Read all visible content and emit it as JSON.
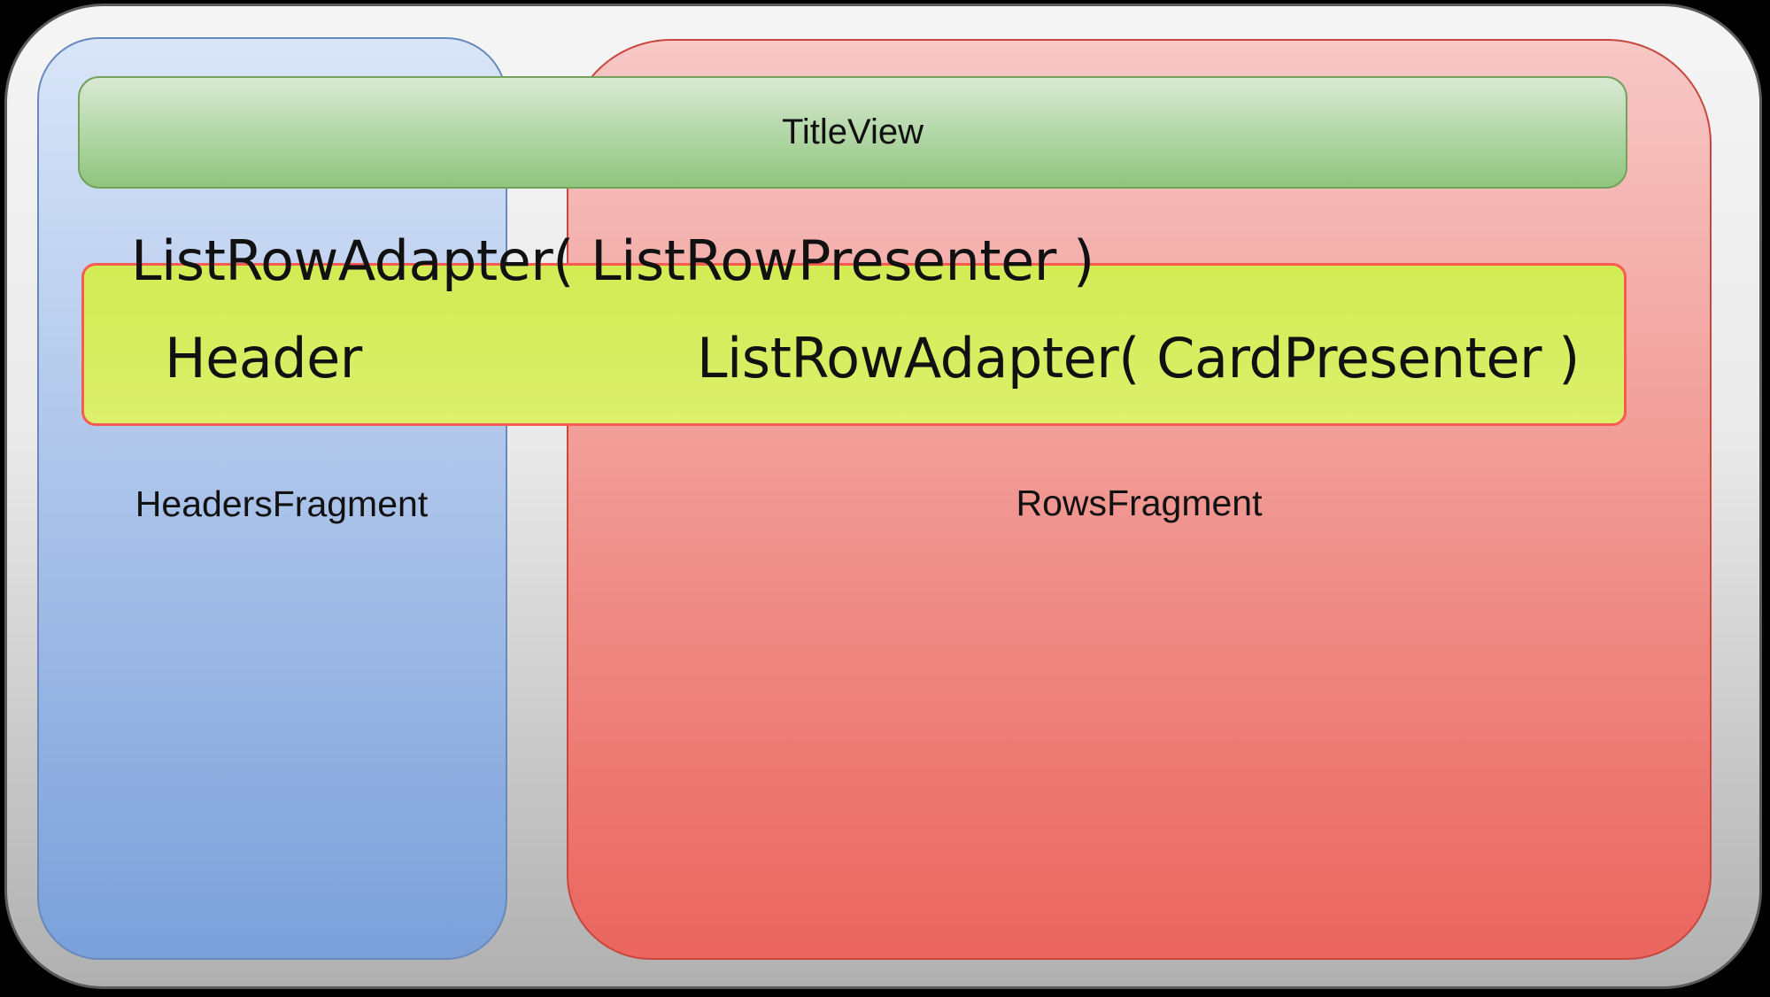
{
  "colors": {
    "page-bg": "#000000",
    "canvas-top": "#f5f5f5",
    "canvas-bottom": "#b0b0b0",
    "canvas-border": "#5a5a5a",
    "headers-top": "#d9e5f8",
    "headers-bottom": "#7ba0da",
    "headers-border": "#6889bd",
    "rows-top": "#f7c8c6",
    "rows-bottom": "#ea655d",
    "rows-border": "#c7473f",
    "title-top": "#d9e9d3",
    "title-bottom": "#8fc57d",
    "title-border": "#74a15c",
    "adapter-fill": "#d7ee60",
    "adapter-border": "#fa5b51",
    "text": "#111111"
  },
  "diagram": {
    "title_view": {
      "label": "TitleView"
    },
    "headers_fragment": {
      "label": "HeadersFragment"
    },
    "rows_fragment": {
      "label": "RowsFragment"
    },
    "list_row_adapter_presenter": {
      "label": "ListRowAdapter( ListRowPresenter )"
    },
    "header_item": {
      "label": "Header"
    },
    "list_row_adapter_card": {
      "label": "ListRowAdapter( CardPresenter )"
    }
  }
}
